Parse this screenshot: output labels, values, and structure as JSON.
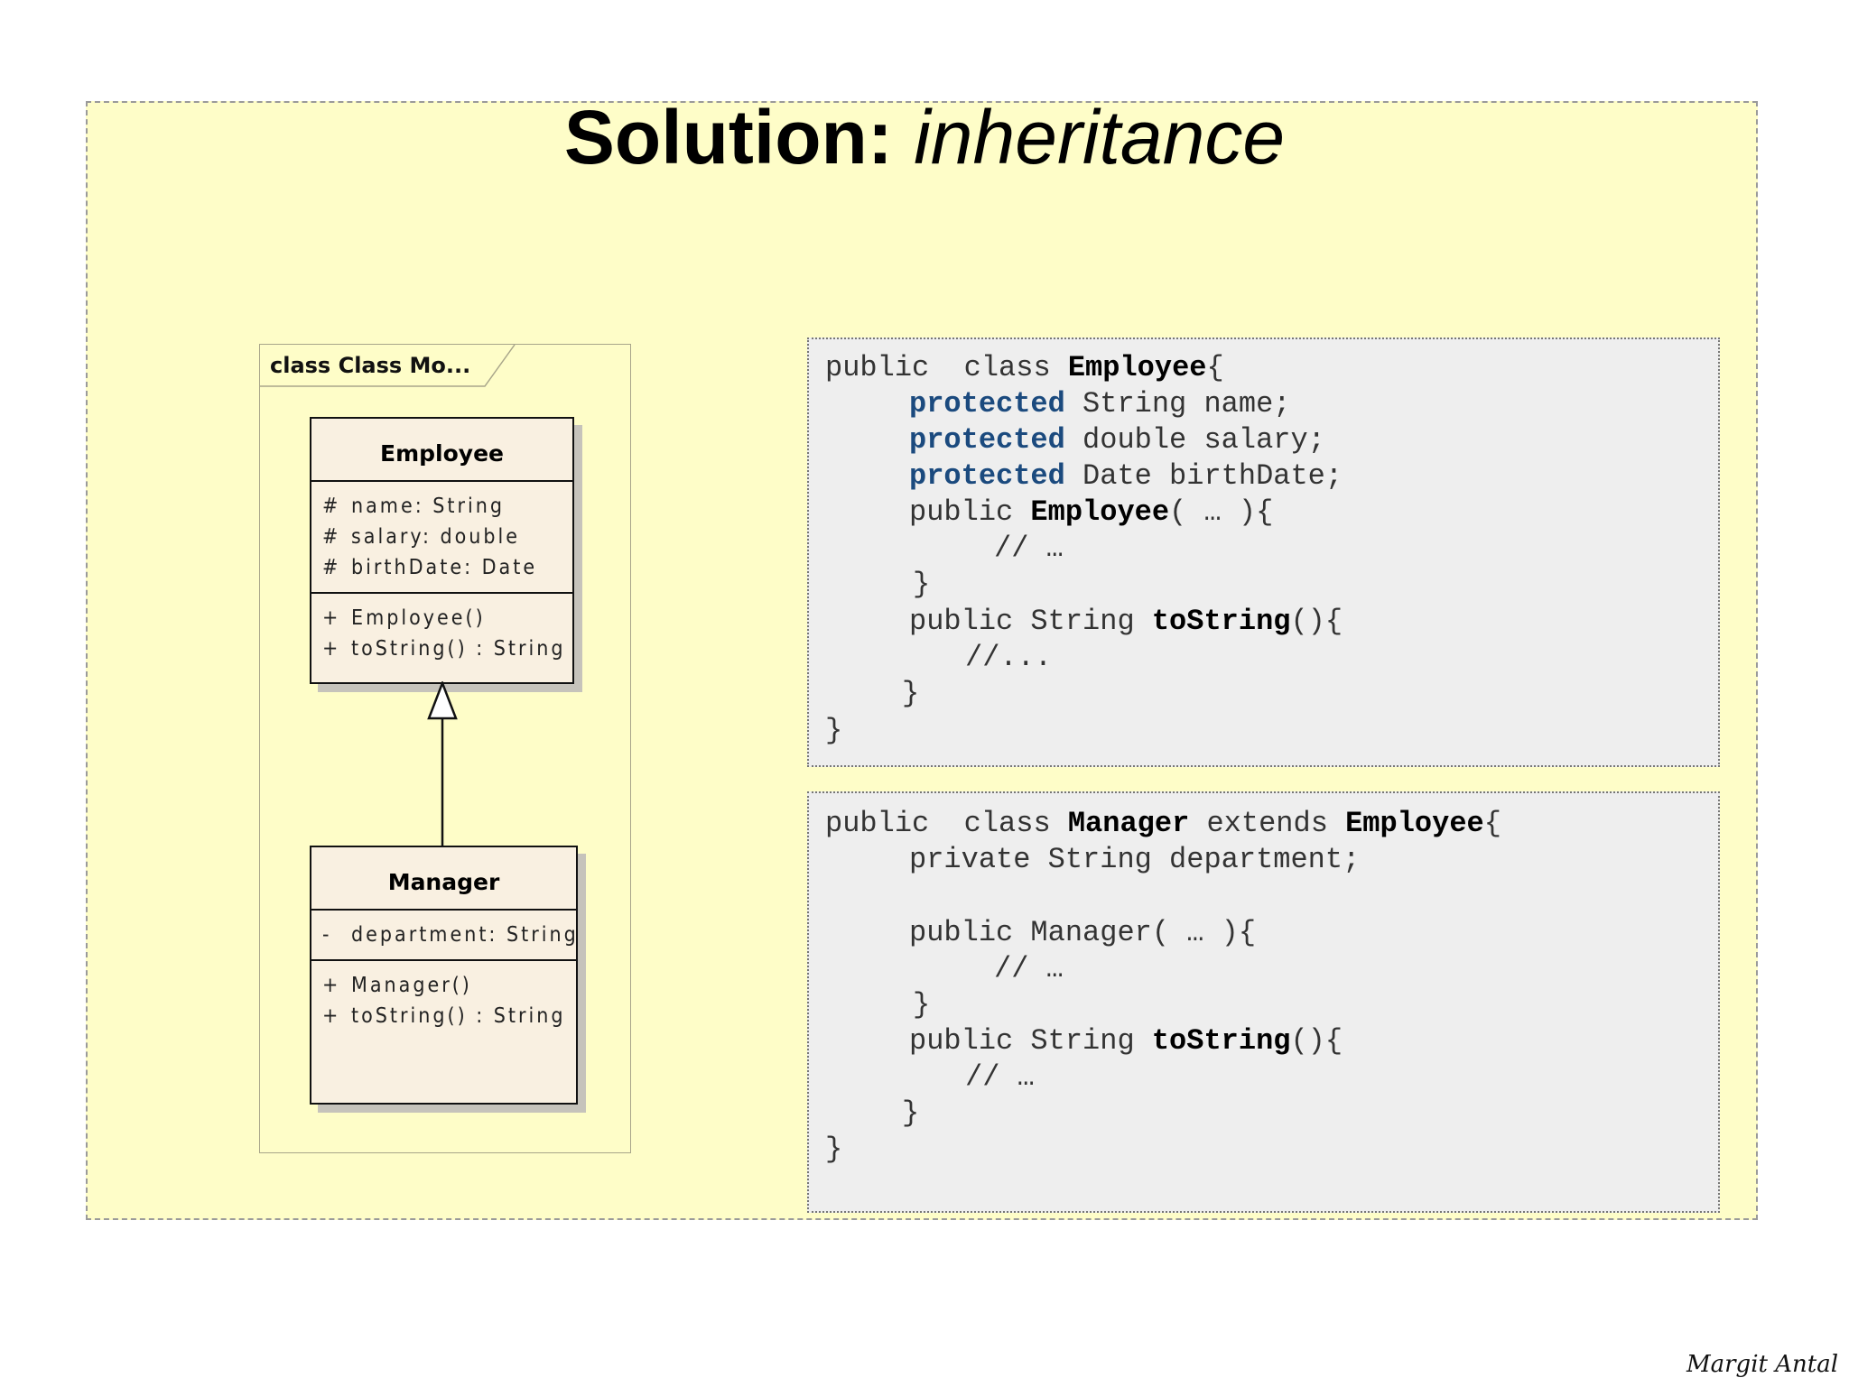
{
  "slide": {
    "title_bold": "Solution:",
    "title_italic": "inheritance",
    "signature": "Margit Antal"
  },
  "uml": {
    "frame_label": "class Class Mo...",
    "employee": {
      "name": "Employee",
      "attributes": [
        {
          "vis": "#",
          "text": "name: String"
        },
        {
          "vis": "#",
          "text": "salary: double"
        },
        {
          "vis": "#",
          "text": "birthDate: Date"
        }
      ],
      "operations": [
        {
          "vis": "+",
          "text": "Employee()"
        },
        {
          "vis": "+",
          "text": "toString() : String"
        }
      ]
    },
    "manager": {
      "name": "Manager",
      "attributes": [
        {
          "vis": "-",
          "text": "department: String"
        }
      ],
      "operations": [
        {
          "vis": "+",
          "text": "Manager()"
        },
        {
          "vis": "+",
          "text": "toString() : String"
        }
      ]
    }
  },
  "code": {
    "employee": {
      "l1_a": "public  class ",
      "l1_b": "Employee",
      "l1_c": "{",
      "l2_a": "protected",
      "l2_b": " String name;",
      "l3_a": "protected",
      "l3_b": " double salary;",
      "l4_a": "protected",
      "l4_b": " Date birthDate;",
      "l5_a": "public ",
      "l5_b": "Employee",
      "l5_c": "( … ){",
      "l6": "// …",
      "l7": "}",
      "l8_a": "public String ",
      "l8_b": "toString",
      "l8_c": "(){",
      "l9": "//...",
      "l10": "}",
      "l11": "}"
    },
    "manager": {
      "l1_a": "public  class ",
      "l1_b": "Manager",
      "l1_c": " extends ",
      "l1_d": "Employee",
      "l1_e": "{",
      "l2": "private String department;",
      "l3": "public Manager( … ){",
      "l4": "// …",
      "l5": "}",
      "l6_a": "public String ",
      "l6_b": "toString",
      "l6_c": "(){",
      "l7": "// …",
      "l8": "}",
      "l9": "}"
    }
  }
}
